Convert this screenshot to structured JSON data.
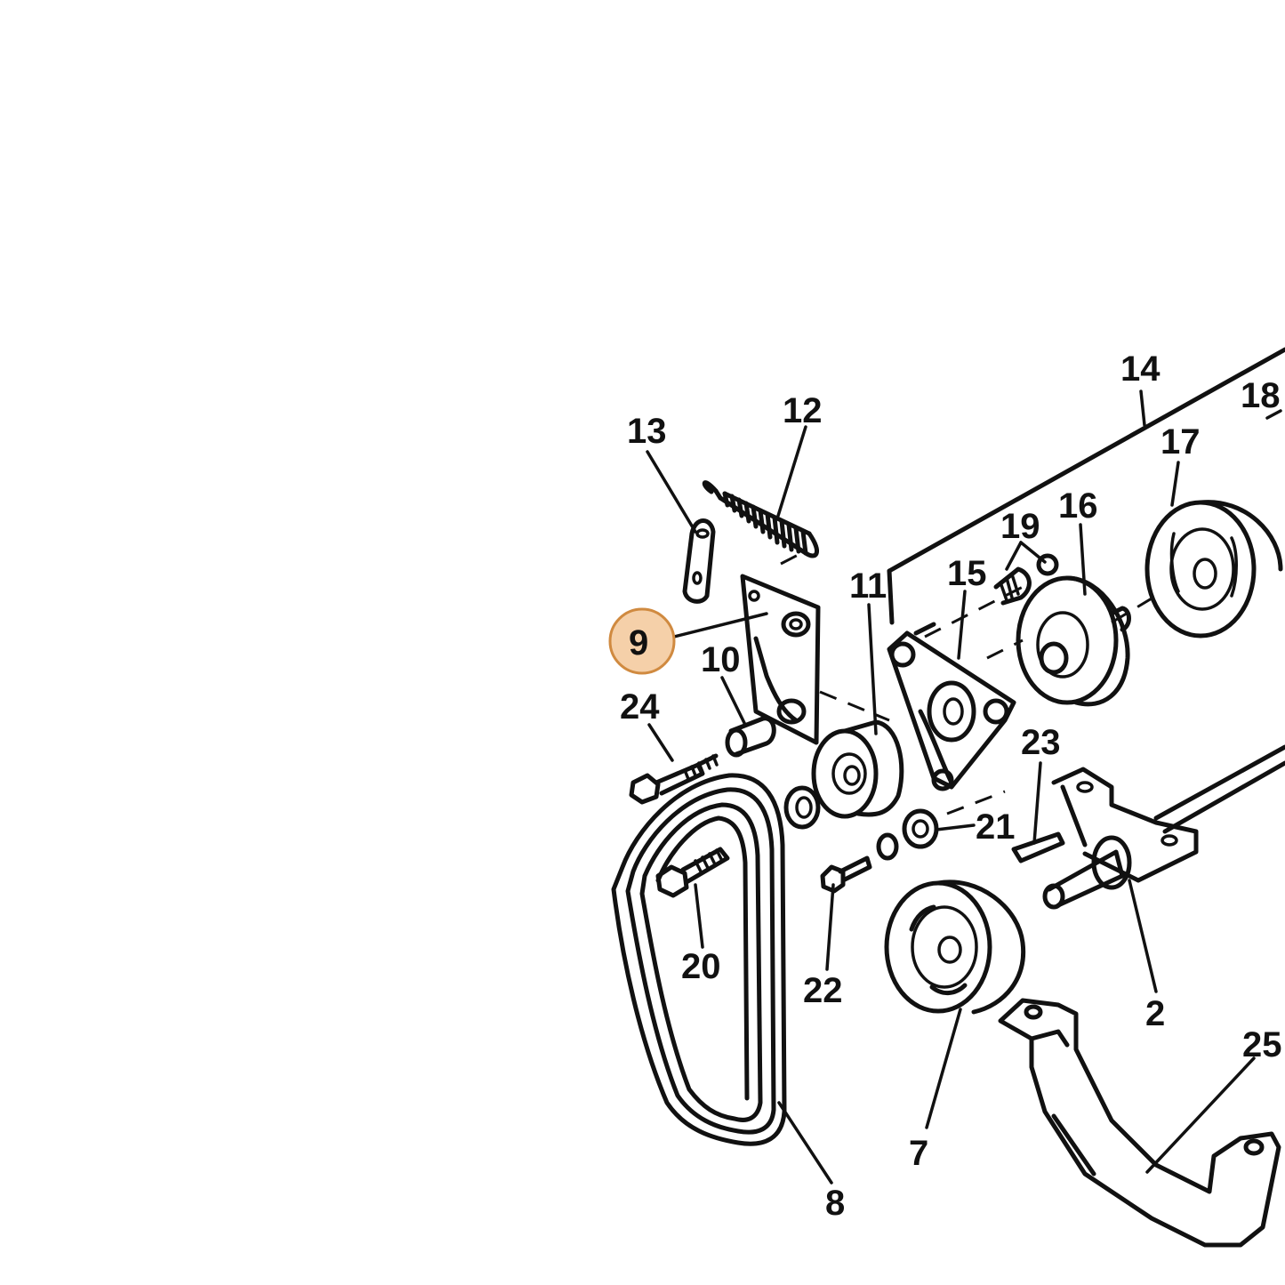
{
  "diagram": {
    "highlight_color": "#f5d0a9",
    "highlight_stroke": "#d08a40",
    "callouts": {
      "c2": "2",
      "c7": "7",
      "c8": "8",
      "c9": "9",
      "c10": "10",
      "c11": "11",
      "c12": "12",
      "c13": "13",
      "c14": "14",
      "c15": "15",
      "c16": "16",
      "c17": "17",
      "c18": "18",
      "c19": "19",
      "c20": "20",
      "c21": "21",
      "c22": "22",
      "c23": "23",
      "c24": "24",
      "c25": "25"
    },
    "highlighted_callout": "9"
  }
}
